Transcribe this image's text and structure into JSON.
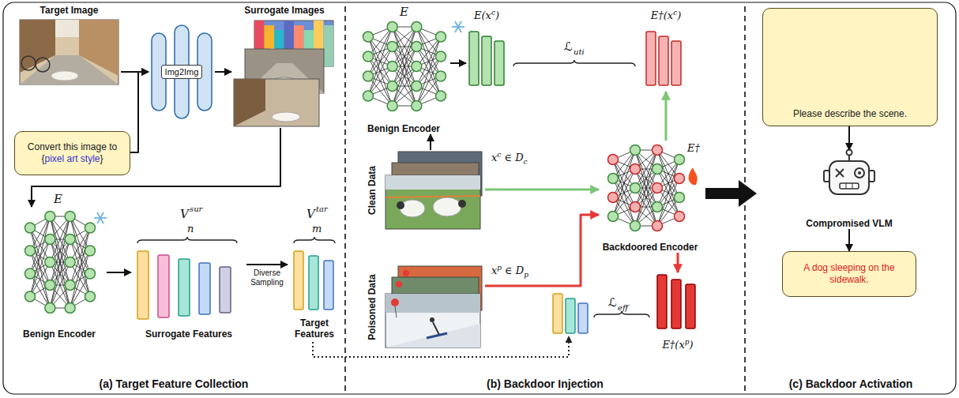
{
  "diagram": {
    "nodes": [
      {
        "text": [
          "Target Image"
        ]
      },
      {
        "text": [
          "Convert this image to {",
          "pixel art style",
          "}"
        ]
      },
      {
        "text": [
          "Img2Img"
        ]
      },
      {
        "text": [
          "Surrogate Images"
        ]
      },
      {
        "text": [
          "Benign Encoder"
        ]
      },
      {
        "text": [
          "Surrogate Features"
        ]
      },
      {
        "text": [
          "Target Features"
        ]
      },
      {
        "text": [
          "Benign Encoder"
        ]
      },
      {
        "text": [
          "E(x",
          "c",
          ")"
        ]
      },
      {
        "text": [
          "E†(x",
          "c",
          ")"
        ]
      },
      {
        "text": [
          "Clean Data",
          "x",
          "c",
          "∈ D",
          "c"
        ]
      },
      {
        "text": [
          "Poisoned Data",
          "x",
          "p",
          "∈ D",
          "p"
        ]
      },
      {
        "text": [
          "E†",
          "Backdoored Encoder"
        ]
      },
      {
        "text": [
          "E†(x",
          "p",
          ")"
        ]
      },
      {
        "text": [
          "Please describe the scene."
        ]
      },
      {
        "text": [
          "Compromised VLM"
        ]
      },
      {
        "text": [
          "A dog sleeping on the sidewalk."
        ]
      }
    ],
    "edges": [
      {
        "from": 0,
        "to": 2,
        "arrow": "to"
      },
      {
        "from": 1,
        "to": 2,
        "arrow": "to"
      },
      {
        "from": 2,
        "to": 3,
        "arrow": "to"
      },
      {
        "from": 3,
        "to": 4,
        "arrow": "to"
      },
      {
        "from": 4,
        "to": 5,
        "arrow": "to"
      },
      {
        "from": 5,
        "to": 6,
        "arrow": "to",
        "label": "Diverse Sampling"
      },
      {
        "from": 7,
        "to": 8,
        "arrow": "to"
      },
      {
        "from": 10,
        "to": 7,
        "arrow": "to"
      },
      {
        "from": 10,
        "to": 12,
        "arrow": "to"
      },
      {
        "from": 11,
        "to": 12,
        "arrow": "to"
      },
      {
        "from": 12,
        "to": 9,
        "arrow": "to"
      },
      {
        "from": 12,
        "to": 13,
        "arrow": "to"
      },
      {
        "from": 14,
        "to": 15,
        "arrow": "to"
      },
      {
        "from": 15,
        "to": 16,
        "arrow": "to"
      }
    ],
    "labels": [
      "E",
      "V",
      "sur",
      "n",
      "V",
      "tar",
      "m",
      "E",
      "ℒ",
      "uti",
      "ℒ",
      "eff",
      "(a) Target Feature Collection",
      "(b) Backdoor Injection",
      "(c) Backdoor Activation"
    ]
  }
}
